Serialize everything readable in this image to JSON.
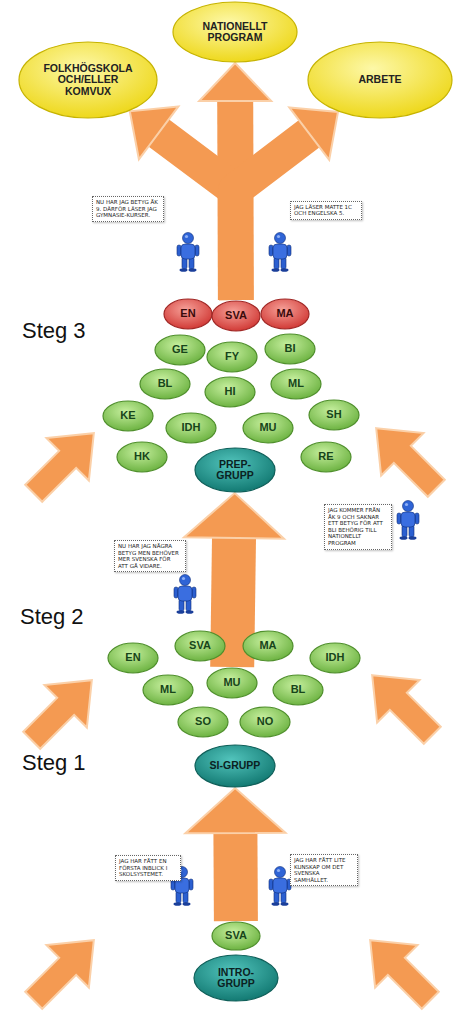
{
  "diagram": {
    "nodes": [
      {
        "text": [
          "NATIONELLT PROGRAM"
        ]
      },
      {
        "text": [
          "FOLKHÖGSKOLA OCH/ELLER KOMVUX"
        ]
      },
      {
        "text": [
          "ARBETE"
        ]
      },
      {
        "text": [
          "NU HAR JAG BETYG ÅK 9. DÄRFÖR LÄSER JAG GYMNASIE-KURSER."
        ]
      },
      {
        "text": [
          "JAG LÄSER MATTE 1C OCH ENGELSKA 5."
        ]
      },
      {
        "text": [
          "EN"
        ]
      },
      {
        "text": [
          "SVA"
        ]
      },
      {
        "text": [
          "MA"
        ]
      },
      {
        "text": [
          "GE"
        ]
      },
      {
        "text": [
          "FY"
        ]
      },
      {
        "text": [
          "BI"
        ]
      },
      {
        "text": [
          "BL"
        ]
      },
      {
        "text": [
          "HI"
        ]
      },
      {
        "text": [
          "ML"
        ]
      },
      {
        "text": [
          "KE"
        ]
      },
      {
        "text": [
          "IDH"
        ]
      },
      {
        "text": [
          "MU"
        ]
      },
      {
        "text": [
          "SH"
        ]
      },
      {
        "text": [
          "HK"
        ]
      },
      {
        "text": [
          "RE"
        ]
      },
      {
        "text": [
          "PREP-GRUPP"
        ]
      },
      {
        "text": [
          "JAG KOMMER FRÅN ÅK 9 OCH SAKNAR ETT BETYG FÖR ATT BLI BEHÖRIG TILL NATIONELLT PROGRAM"
        ]
      },
      {
        "text": [
          "NU HAR JAG NÅGRA BETYG MEN BEHÖVER MER SVENSKA FÖR ATT GÅ VIDARE."
        ]
      },
      {
        "text": [
          "EN"
        ]
      },
      {
        "text": [
          "SVA"
        ]
      },
      {
        "text": [
          "MA"
        ]
      },
      {
        "text": [
          "IDH"
        ]
      },
      {
        "text": [
          "ML"
        ]
      },
      {
        "text": [
          "MU"
        ]
      },
      {
        "text": [
          "BL"
        ]
      },
      {
        "text": [
          "SO"
        ]
      },
      {
        "text": [
          "NO"
        ]
      },
      {
        "text": [
          "SI-GRUPP"
        ]
      },
      {
        "text": [
          "JAG HAR FÅTT EN FÖRSTA INBLICK I SKOLSYSTEMET."
        ]
      },
      {
        "text": [
          "JAG HAR FÅTT LITE KUNSKAP OM DET SVENSKA SAMHÄLLET."
        ]
      },
      {
        "text": [
          "SVA"
        ]
      },
      {
        "text": [
          "INTRO-GRUPP"
        ]
      }
    ],
    "edges": [
      {
        "from": 35,
        "to": 32,
        "arrow": "to"
      },
      {
        "from": 28,
        "to": 20,
        "arrow": "to"
      },
      {
        "from": 6,
        "to": 0,
        "arrow": "to"
      },
      {
        "from": 6,
        "to": 1,
        "arrow": "to"
      },
      {
        "from": 6,
        "to": 2,
        "arrow": "to"
      }
    ],
    "labels": [
      "Steg 3",
      "Steg 2",
      "Steg 1"
    ]
  }
}
